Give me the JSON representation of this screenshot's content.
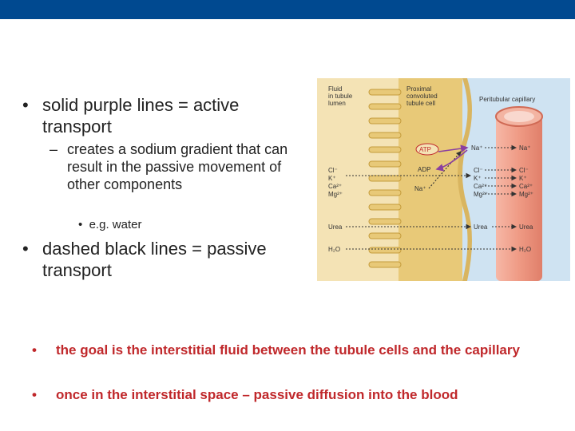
{
  "header": {
    "bar_color": "#004990"
  },
  "bullets": {
    "b1": "solid purple lines = active transport",
    "b2": "creates a sodium gradient that can result in the passive movement of other components",
    "b3": "e.g. water",
    "b4": "dashed black lines = passive transport"
  },
  "red_bullets": [
    "the goal is the interstitial fluid between the tubule cells and the capillary",
    "once in the interstitial space – passive diffusion into the blood"
  ],
  "figure": {
    "label_lumen": [
      "Fluid",
      "in tubule",
      "lumen"
    ],
    "label_cell": [
      "Proximal",
      "convoluted",
      "tubule cell"
    ],
    "label_capillary": "Peritubular capillary",
    "atp": "ATP",
    "adp": "ADP",
    "na_cell": "Na⁺",
    "na_in": "Na⁺",
    "na_cap": "Na⁺",
    "ions_lumen": [
      "Cl⁻",
      "K⁺",
      "Ca²⁺",
      "Mg²⁺"
    ],
    "ions_cell": [
      "Cl⁻",
      "K⁺",
      "Ca²⁺",
      "Mg²⁺"
    ],
    "ions_cap": [
      "Cl⁻",
      "K⁺",
      "Ca²⁺",
      "Mg²⁺"
    ],
    "urea": [
      "Urea",
      "Urea",
      "Urea"
    ],
    "water": [
      "H₂O",
      "H₂O"
    ],
    "colors": {
      "lumen": "#f4e3b5",
      "cell": "#e8c978",
      "interstitial": "#cfe3f2",
      "capillary": "#ef9a84",
      "active": "#8a3fa0"
    }
  }
}
